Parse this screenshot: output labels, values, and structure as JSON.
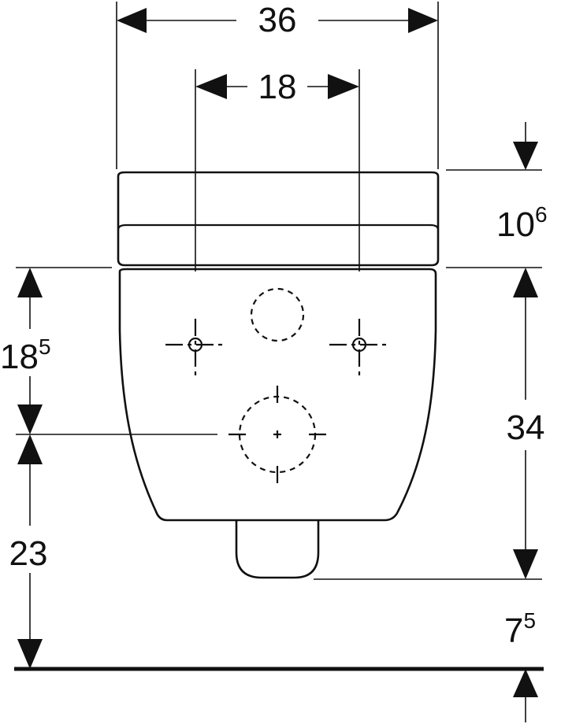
{
  "drawing": {
    "dims": {
      "overall_width": "36",
      "fixing_spacing": "18",
      "seat_height_main": "10",
      "seat_height_sup": "6",
      "fixing_height_main": "18",
      "fixing_height_sup": "5",
      "rim_to_floor": "34",
      "outlet_height": "23",
      "outlet_gap_main": "7",
      "outlet_gap_sup": "5"
    }
  }
}
